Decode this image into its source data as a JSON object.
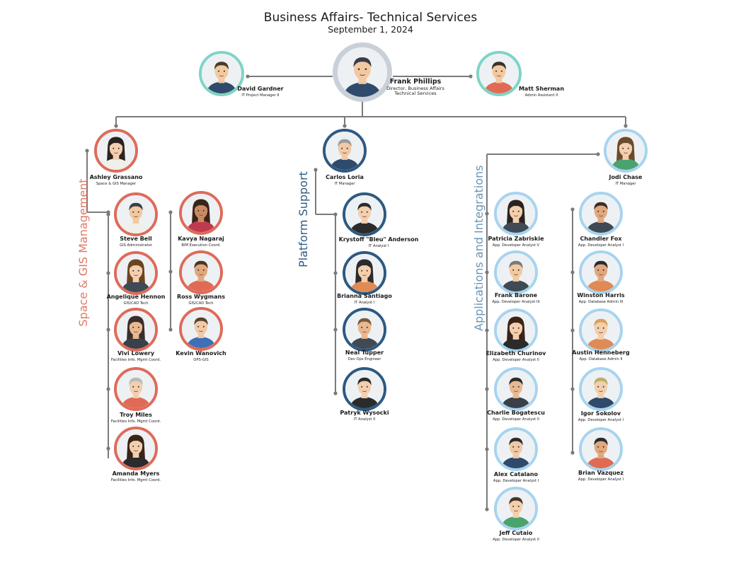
{
  "header": {
    "title": "Business Affairs- Technical Services",
    "date": "September 1, 2024"
  },
  "colors": {
    "director_ring": "#c9d0d8",
    "assistant_ring": "#7dd5c5",
    "gis_ring": "#de6b5a",
    "platform_ring": "#2c5a82",
    "apps_ring": "#a7d4ef",
    "connector": "#7a7a7a",
    "gis_label": "#e07a66",
    "platform_label": "#2c5a82",
    "apps_label": "#6a96b6"
  },
  "groups": {
    "gis": "Space  & GIS Management",
    "platform": "Platform Support",
    "apps": "Applications and Integrations"
  },
  "people": [
    {
      "name": "Frank Phillips",
      "role": "Director, Business Affairs",
      "role2": "Technical Services"
    },
    {
      "name": "David Gardner",
      "role": "IT Project Manager II"
    },
    {
      "name": "Matt Sherman",
      "role": "Admin Assistant II"
    },
    {
      "name": "Ashley Grassano",
      "role": "Space & GIS Manager"
    },
    {
      "name": "Carlos Loria",
      "role": "IT Manager"
    },
    {
      "name": "Jodi Chase",
      "role": "IT Manager"
    },
    {
      "name": "Steve Bell",
      "role": "GIS Administrator"
    },
    {
      "name": "Angelique Hennon",
      "role": "GIS/CAD Tech"
    },
    {
      "name": "Vivi Lowery",
      "role": "Facilities Info. Mgmt Coord."
    },
    {
      "name": "Troy Miles",
      "role": "Facilities Info. Mgmt Coord."
    },
    {
      "name": "Amanda Myers",
      "role": "Facilities Info. Mgmt Coord."
    },
    {
      "name": "Kavya Nagaraj",
      "role": "BIM Execution Coord."
    },
    {
      "name": "Ross Wygmans",
      "role": "GIS/CAD Tech"
    },
    {
      "name": "Kevin Wanovich",
      "role": "OPS-GIS"
    },
    {
      "name": "Krystoff \"Bleu\" Anderson",
      "role": "IT Analyst I"
    },
    {
      "name": "Brianna Santiago",
      "role": "IT Analyst I"
    },
    {
      "name": "Neal Tupper",
      "role": "Dev Ops Engineer"
    },
    {
      "name": "Patryk Wysocki",
      "role": "IT Analyst II"
    },
    {
      "name": "Patricia Zabriskie",
      "role": "App. Developer Analyst V"
    },
    {
      "name": "Frank Barone",
      "role": "App. Developer Analyst III"
    },
    {
      "name": "Elizabeth Churinov",
      "role": "App. Developer Analyst II"
    },
    {
      "name": "Charlie Bogatescu",
      "role": "App. Developer Analyst II"
    },
    {
      "name": "Alex Catalano",
      "role": "App. Developer Analyst I"
    },
    {
      "name": "Jeff Cutaio",
      "role": "App. Developer Analyst II"
    },
    {
      "name": "Chandler Fox",
      "role": "App. Developer Analyst I"
    },
    {
      "name": "Winston Harris",
      "role": "App. Database Admin III"
    },
    {
      "name": "Austin Henneberg",
      "role": "App. Database Admin II"
    },
    {
      "name": "Igor Sokolov",
      "role": "App. Developer Analyst I"
    },
    {
      "name": "Brian Vazquez",
      "role": "App. Developer Analyst I"
    }
  ]
}
